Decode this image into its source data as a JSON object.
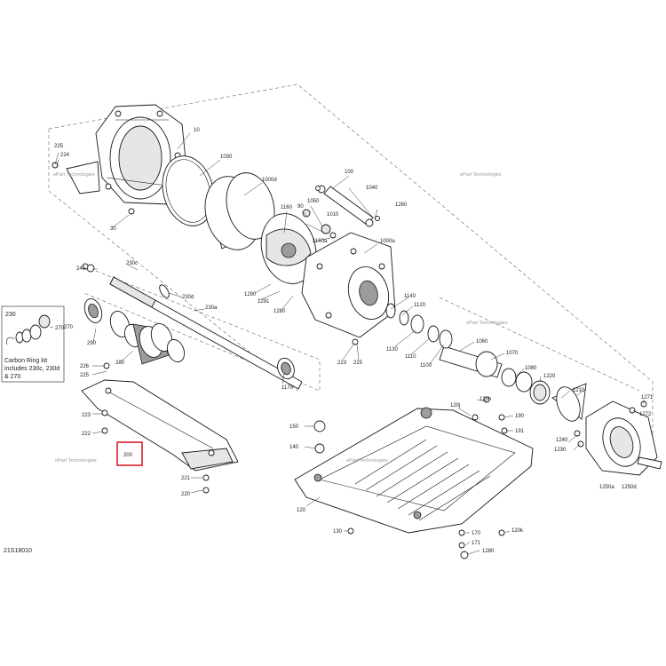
{
  "diagram": {
    "reference_code": "21S18010",
    "watermark_text": "ePart Technologies",
    "highlighted_part": "200",
    "colors": {
      "highlight": "#d9202a",
      "line": "#1a1a1a",
      "shade": "#9c9c9c"
    },
    "callout": {
      "title": "230",
      "note_line1": "Carbon Ring kit",
      "note_line2": "includes 230c, 230d",
      "note_line3": "& 270",
      "parts": [
        "270"
      ]
    },
    "part_labels": [
      "10",
      "1030",
      "100",
      "1040",
      "1000d",
      "1260",
      "90",
      "1050",
      "1160",
      "1010",
      "1160a",
      "1000a",
      "225",
      "224",
      "30",
      "240",
      "230c",
      "230d",
      "230a",
      "270",
      "290",
      "280",
      "1290",
      "1291",
      "1280",
      "1140",
      "1120",
      "1130",
      "1110",
      "1100",
      "1060",
      "1070",
      "1080",
      "1220",
      "1210",
      "223",
      "225",
      "1170",
      "226",
      "225",
      "223",
      "222",
      "200",
      "221",
      "220",
      "120h",
      "120j",
      "190",
      "191",
      "1271",
      "1272",
      "150",
      "140",
      "1240",
      "1230",
      "1250a",
      "1250d",
      "120",
      "130",
      "170",
      "171",
      "1280",
      "120k"
    ]
  }
}
